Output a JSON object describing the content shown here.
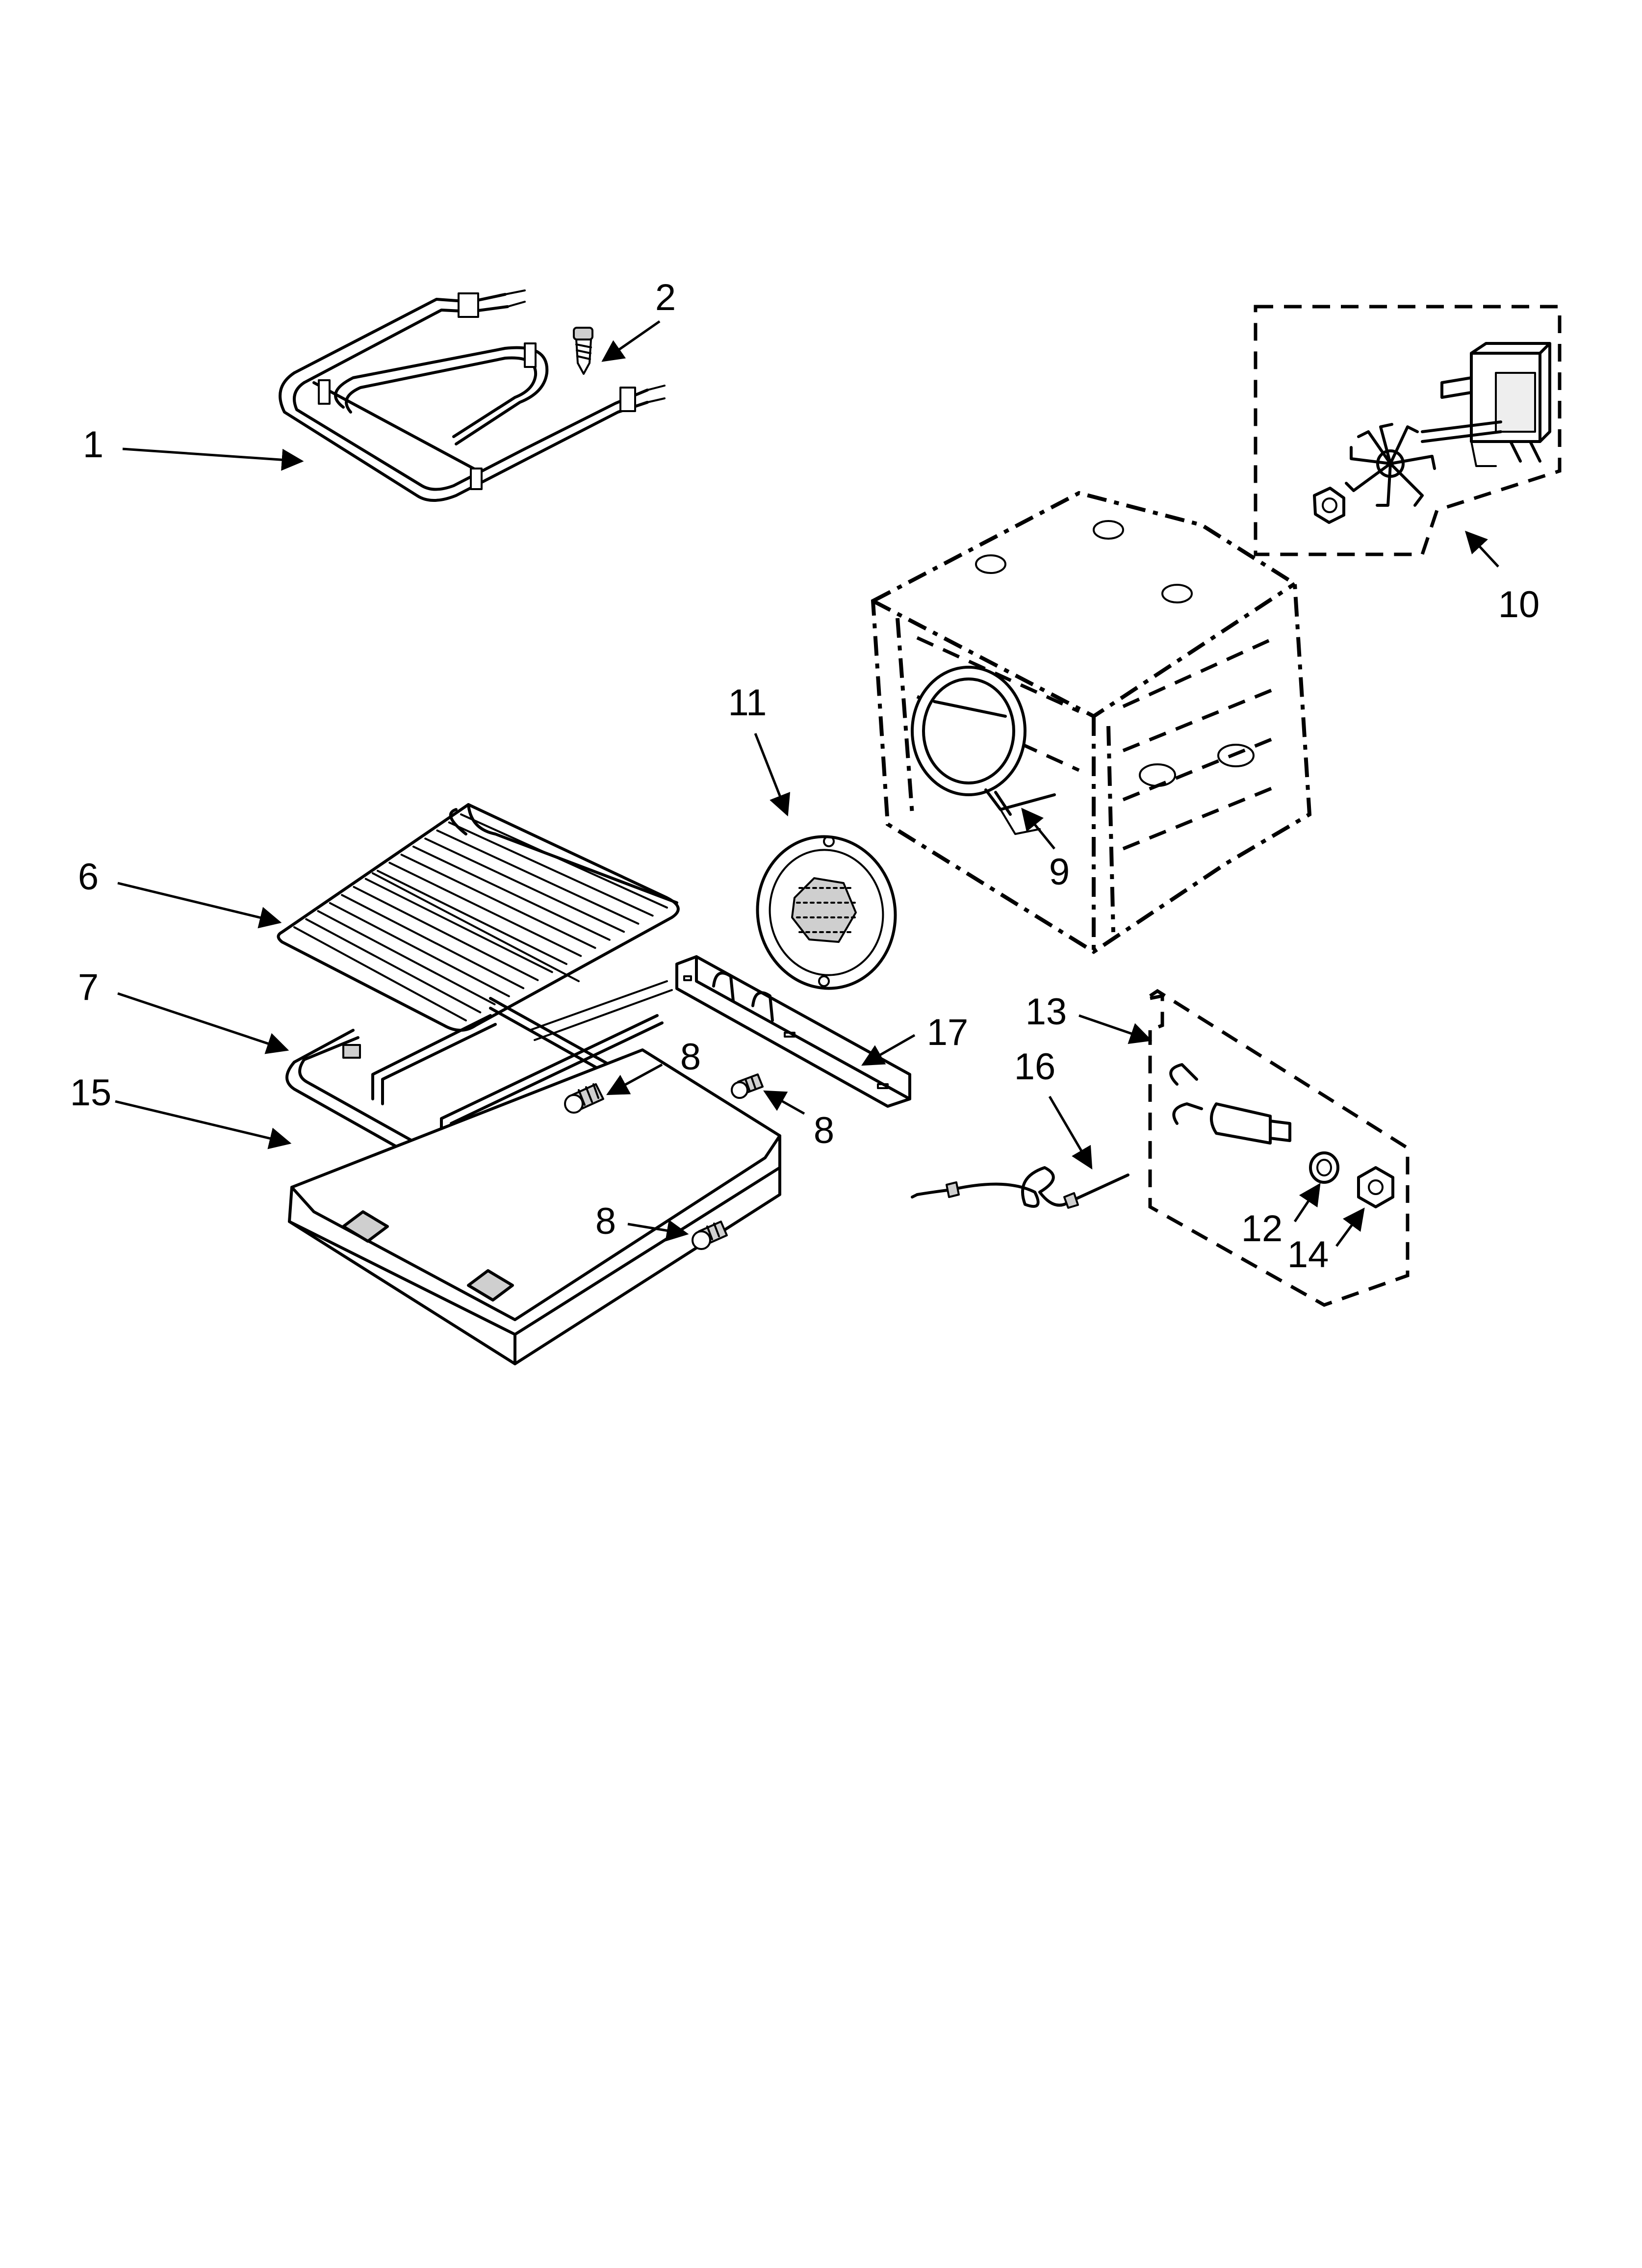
{
  "diagram": {
    "callouts": [
      {
        "id": "c1",
        "label": "1"
      },
      {
        "id": "c2",
        "label": "2"
      },
      {
        "id": "c6",
        "label": "6"
      },
      {
        "id": "c7",
        "label": "7"
      },
      {
        "id": "c8a",
        "label": "8"
      },
      {
        "id": "c8b",
        "label": "8"
      },
      {
        "id": "c8c",
        "label": "8"
      },
      {
        "id": "c9",
        "label": "9"
      },
      {
        "id": "c10",
        "label": "10"
      },
      {
        "id": "c11",
        "label": "11"
      },
      {
        "id": "c12",
        "label": "12"
      },
      {
        "id": "c13",
        "label": "13"
      },
      {
        "id": "c14",
        "label": "14"
      },
      {
        "id": "c15",
        "label": "15"
      },
      {
        "id": "c16",
        "label": "16"
      },
      {
        "id": "c17",
        "label": "17"
      }
    ]
  }
}
